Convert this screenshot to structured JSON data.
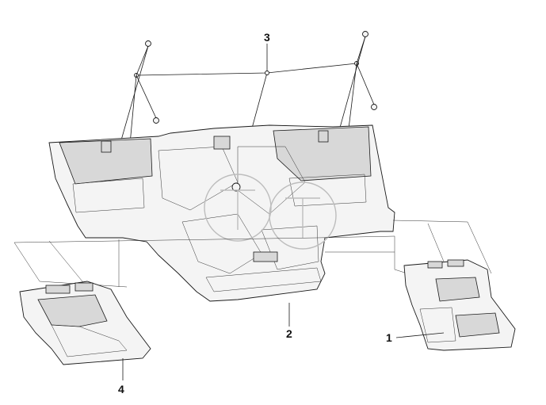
{
  "diagram": {
    "callouts": [
      {
        "id": "1",
        "label": "1"
      },
      {
        "id": "2",
        "label": "2"
      },
      {
        "id": "3",
        "label": "3"
      },
      {
        "id": "4",
        "label": "4"
      }
    ],
    "colors": {
      "line": "#1a1a1a",
      "fill": "#f4f4f4",
      "shade": "#d8d8d8",
      "watermark": "#bdbdbd"
    }
  }
}
